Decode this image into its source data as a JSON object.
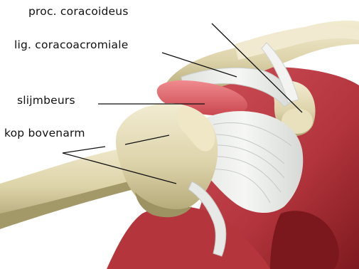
{
  "labels": {
    "proc_coracoideus": "proc. coracoideus",
    "lig_coracoacromiale": "lig. coracoacromiale",
    "slijmbeurs": "slijmbeurs",
    "kop_bovenarm": "kop bovenarm"
  },
  "colors": {
    "bone": "#e4dcb6",
    "bone_shadow": "#b7ac7d",
    "muscle": "#c8434b",
    "muscle_dark": "#8c1f24",
    "tendon": "#eef0ee",
    "bursa": "#e56d73",
    "leader_line": "#111111"
  }
}
